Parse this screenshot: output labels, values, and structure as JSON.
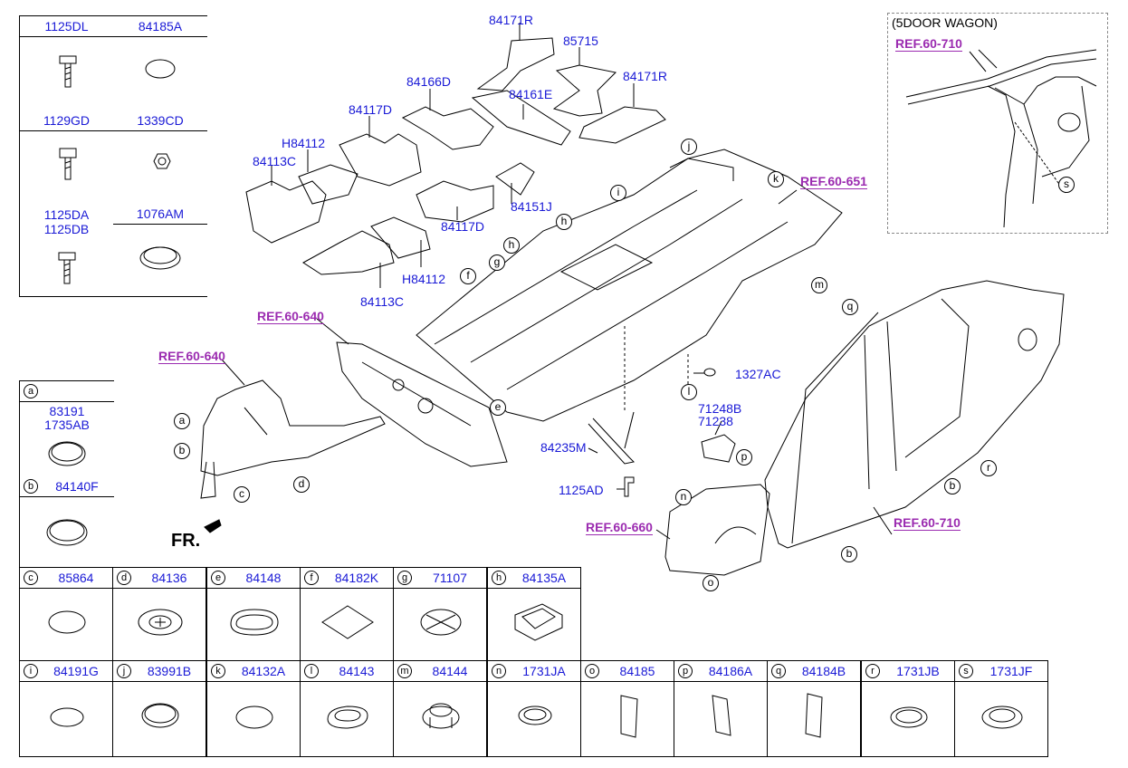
{
  "fastener_table": {
    "rows": [
      {
        "left": "1125DL",
        "right": "84185A"
      },
      {
        "left": "1129GD",
        "right": "1339CD"
      },
      {
        "left_lines": [
          "1125DA",
          "1125DB"
        ],
        "right": "1076AM"
      }
    ]
  },
  "left_column": {
    "a": {
      "letter": "a",
      "numbers": [
        "83191",
        "1735AB"
      ]
    },
    "b": {
      "letter": "b",
      "number": "84140F"
    }
  },
  "grid_row1": [
    {
      "letter": "c",
      "number": "85864"
    },
    {
      "letter": "d",
      "number": "84136"
    },
    {
      "letter": "e",
      "number": "84148"
    },
    {
      "letter": "f",
      "number": "84182K"
    },
    {
      "letter": "g",
      "number": "71107"
    },
    {
      "letter": "h",
      "number": "84135A"
    }
  ],
  "grid_row2": [
    {
      "letter": "i",
      "number": "84191G"
    },
    {
      "letter": "j",
      "number": "83991B"
    },
    {
      "letter": "k",
      "number": "84132A"
    },
    {
      "letter": "l",
      "number": "84143"
    },
    {
      "letter": "m",
      "number": "84144"
    },
    {
      "letter": "n",
      "number": "1731JA"
    },
    {
      "letter": "o",
      "number": "84185"
    },
    {
      "letter": "p",
      "number": "84186A"
    },
    {
      "letter": "q",
      "number": "84184B"
    },
    {
      "letter": "r",
      "number": "1731JB"
    },
    {
      "letter": "s",
      "number": "1731JF"
    }
  ],
  "inset": {
    "title": "(5DOOR WAGON)",
    "ref": "REF.60-710"
  },
  "part_labels": {
    "p84171R_top": "84171R",
    "p85715": "85715",
    "p84171R_right": "84171R",
    "p84166D": "84166D",
    "p84161E": "84161E",
    "p84117D_top": "84117D",
    "pH84112_top": "H84112",
    "p84113C_top": "84113C",
    "p84151J": "84151J",
    "p84117D_bottom": "84117D",
    "pH84112_bottom": "H84112",
    "p84113C_bottom": "84113C",
    "p1327AC": "1327AC",
    "p71248B": "71248B",
    "p71238": "71238",
    "p84235M": "84235M",
    "p1125AD": "1125AD"
  },
  "refs": {
    "ref_651": "REF.60-651",
    "ref_640_mid": "REF.60-640",
    "ref_640_left": "REF.60-640",
    "ref_660": "REF.60-660",
    "ref_710": "REF.60-710"
  },
  "front_marker": "FR.",
  "callouts": [
    "a",
    "b",
    "c",
    "d",
    "e",
    "f",
    "g",
    "h",
    "h",
    "i",
    "j",
    "k",
    "l",
    "m",
    "n",
    "o",
    "p",
    "q",
    "r",
    "b",
    "b",
    "s"
  ]
}
